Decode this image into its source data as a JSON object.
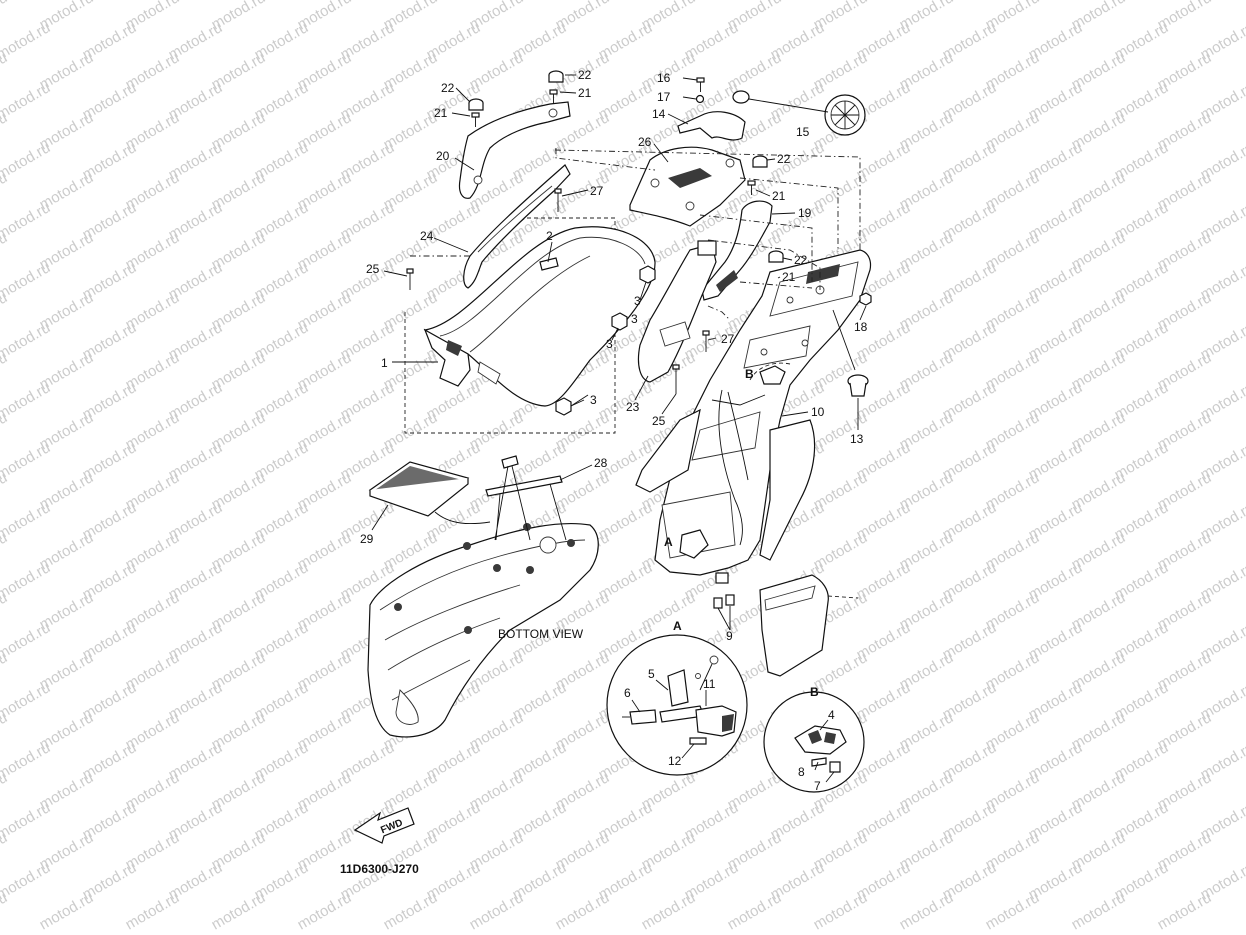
{
  "watermark": {
    "text": "motod.ru"
  },
  "diagram_code": "11D6300-J270",
  "bottom_view_label": "BOTTOM VIEW",
  "fwd_label": "FWD",
  "detail_labels": {
    "a": "A",
    "b": "B"
  },
  "callouts": {
    "c1": "1",
    "c2": "2",
    "c3a": "3",
    "c3b": "3",
    "c3c": "3",
    "c3d": "3",
    "c4": "4",
    "c5": "5",
    "c6": "6",
    "c7": "7",
    "c8": "8",
    "c9": "9",
    "c10": "10",
    "c11": "11",
    "c12": "12",
    "c13": "13",
    "c14": "14",
    "c15": "15",
    "c16": "16",
    "c17": "17",
    "c18": "18",
    "c19": "19",
    "c20": "20",
    "c21a": "21",
    "c21b": "21",
    "c21c": "21",
    "c21d": "21",
    "c22a": "22",
    "c22b": "22",
    "c22c": "22",
    "c22d": "22",
    "c23": "23",
    "c24": "24",
    "c25a": "25",
    "c25b": "25",
    "c26": "26",
    "c27a": "27",
    "c27b": "27",
    "c28": "28",
    "c29": "29"
  }
}
